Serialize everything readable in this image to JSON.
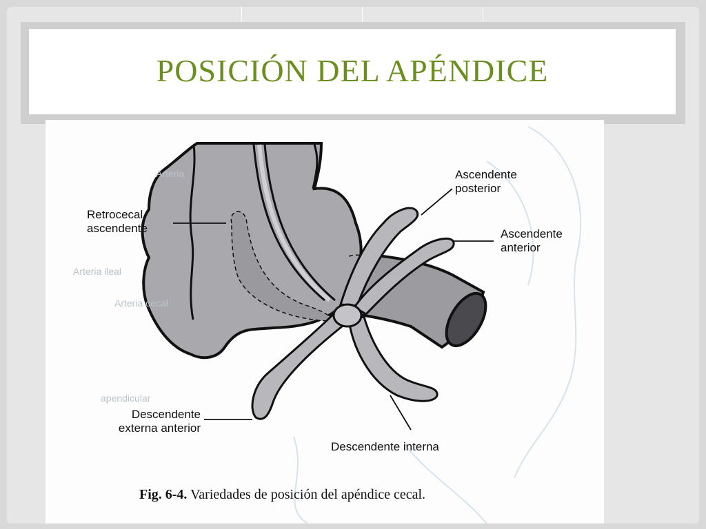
{
  "slide": {
    "title": "POSICIÓN DEL APÉNDICE"
  },
  "figure": {
    "labels": {
      "retrocecal_line1": "Retrocecal",
      "retrocecal_line2": "ascendente",
      "asc_post_line1": "Ascendente",
      "asc_post_line2": "posterior",
      "asc_ant_line1": "Ascendente",
      "asc_ant_line2": "anterior",
      "desc_ext_line1": "Descendente",
      "desc_ext_line2": "externa anterior",
      "desc_int": "Descendente interna"
    },
    "caption": {
      "fig_number": "Fig. 6-4.",
      "text": " Variedades de posición del apéndice cecal."
    },
    "colors": {
      "title_green": "#6a8f1f",
      "organ_fill": "#a9a9ad",
      "organ_dark": "#8e8e93",
      "appendix_fill": "#b8b8bc"
    }
  }
}
